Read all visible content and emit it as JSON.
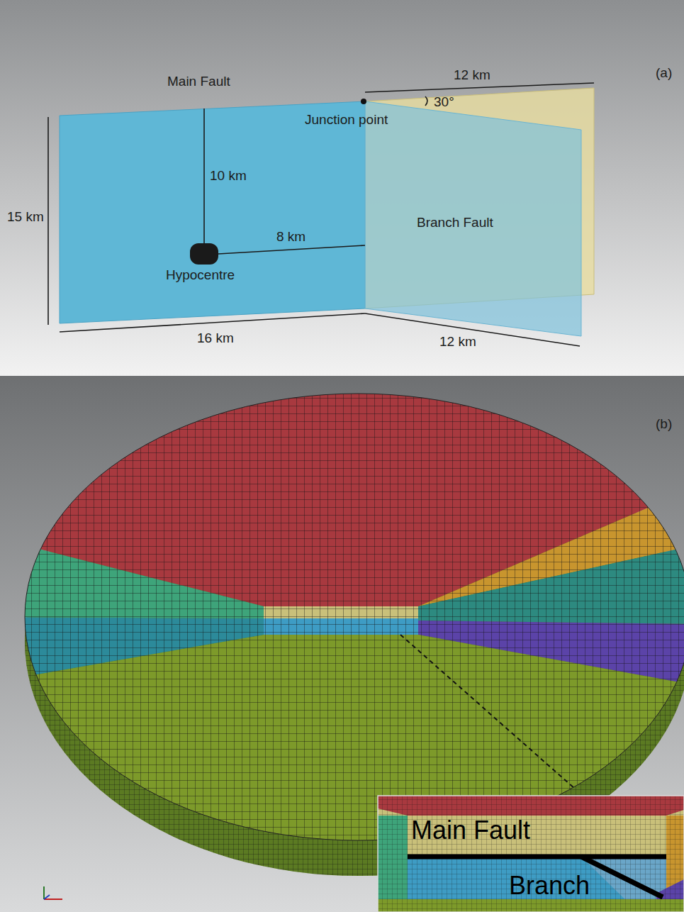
{
  "diagram": {
    "labels": [
      "(a)",
      "Main Fault",
      "12 km",
      "30°",
      "Junction point",
      "10 km",
      "15 km",
      "8 km",
      "Branch Fault",
      "Hypocentre",
      "16 km",
      "12 km",
      "(b)",
      "Main Fault",
      "Branch"
    ]
  }
}
